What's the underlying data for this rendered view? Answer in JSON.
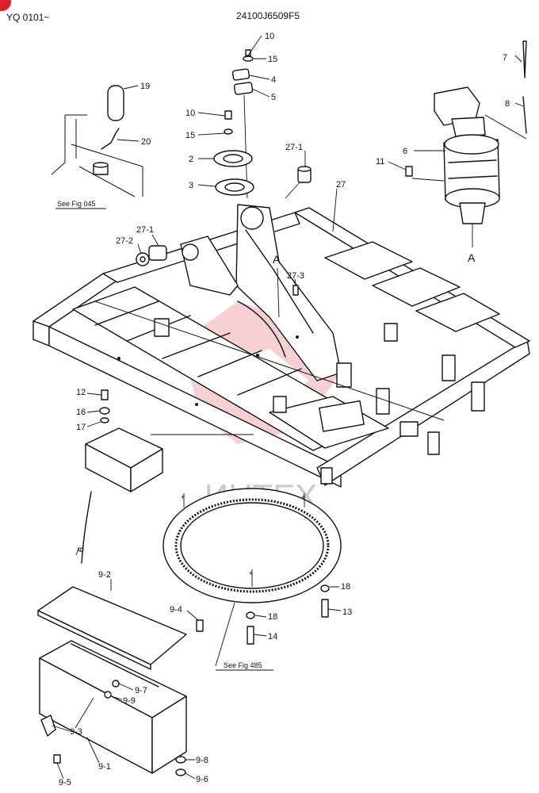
{
  "header": {
    "serial_range": "YQ 0101~",
    "part_number": "24100J6509F5"
  },
  "references": {
    "fig_045": "See Fig 045",
    "fig_485": "See Fig 485"
  },
  "section_marker": "A",
  "watermark": "ИНТЕХ",
  "colors": {
    "line": "#111111",
    "corner_mark": "#e0202c",
    "watermark": "#e05a60"
  },
  "callouts": {
    "p10a": "10",
    "p15a": "15",
    "p4": "4",
    "p5": "5",
    "p7": "7",
    "p8": "8",
    "p19": "19",
    "p20": "20",
    "p10b": "10",
    "p15b": "15",
    "p2": "2",
    "p3": "3",
    "p27_1a": "27-1",
    "p27": "27",
    "p6": "6",
    "p11": "11",
    "p27_1b": "27-1",
    "p27_2": "27-2",
    "p27_3": "27-3",
    "p12": "12",
    "p16": "16",
    "p17": "17",
    "p9": "9",
    "p9_2": "9-2",
    "p9_4": "9-4",
    "p18a": "18",
    "p13": "13",
    "p18b": "18",
    "p14": "14",
    "p9_7": "9-7",
    "p9_9": "9-9",
    "p9_3": "9-3",
    "p9_1": "9-1",
    "p9_8": "9-8",
    "p9_6": "9-6",
    "p9_5": "9-5"
  }
}
